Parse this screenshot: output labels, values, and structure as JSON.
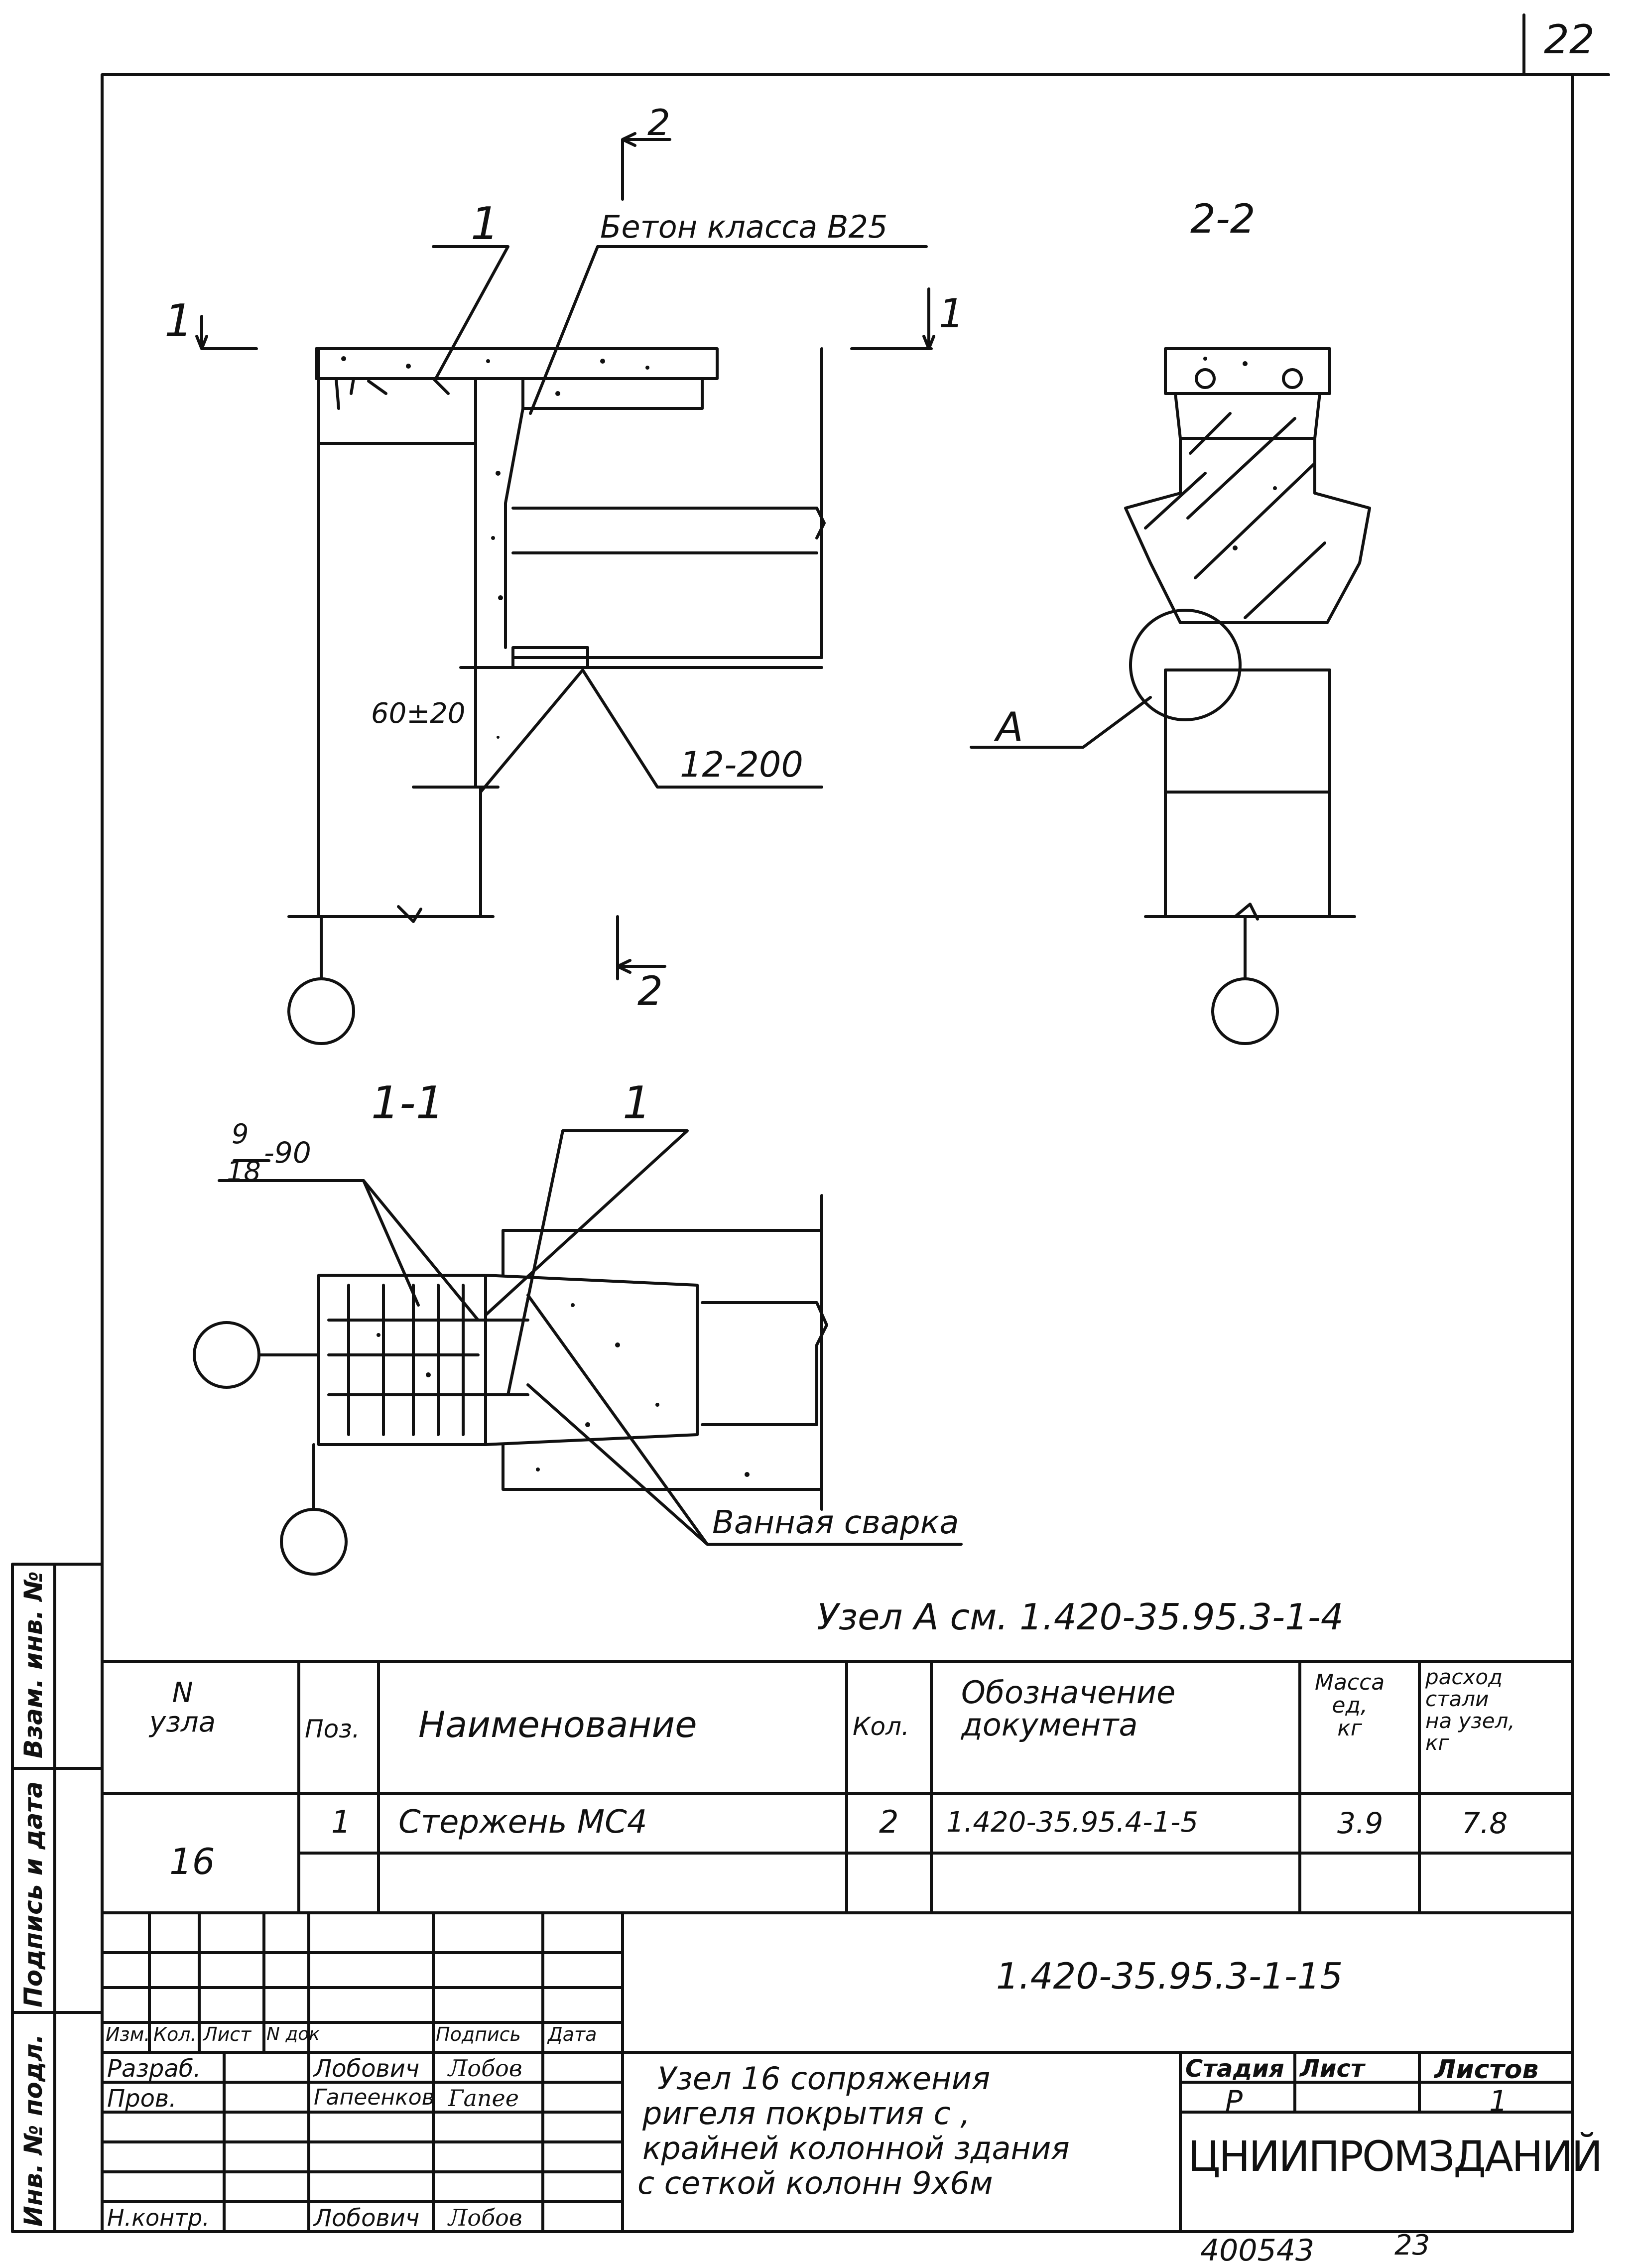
{
  "sheet": {
    "corner_number": "22",
    "bottom_code": "400543",
    "bottom_page": "23"
  },
  "drawing": {
    "leader_1_top": "1",
    "concrete_note": "Бетон класса В25",
    "section_2_top": "2",
    "section_2_bottom": "2",
    "section_1_left": "1",
    "section_1_right": "1",
    "dim_offset": "60±20",
    "rebar_note": "12-200",
    "view_2_2_title": "2-2",
    "node_A_label": "А",
    "view_1_1_title": "1-1",
    "leader_1_mid": "1",
    "stirrups_num": "9",
    "stirrups_den": "18",
    "stirrups_suffix": "-90",
    "weld_note": "Ванная сварка",
    "node_ref": "Узел А см. 1.420-35.95.3-1-4"
  },
  "spec_table": {
    "headers": {
      "node": "N\nузла",
      "pos": "Поз.",
      "name": "Наименование",
      "qty": "Кол.",
      "doc": "Обозначение\nдокумента",
      "mass": "Масса\nед,\nкг",
      "steel": "расход\nстали\nна узел,\nкг"
    },
    "row": {
      "node": "16",
      "pos": "1",
      "name": "Стержень МС4",
      "qty": "2",
      "doc": "1.420-35.95.4-1-5",
      "mass": "3.9",
      "steel": "7.8"
    }
  },
  "title_block": {
    "doc_code": "1.420-35.95.3-1-15",
    "col_headers": [
      "Изм.",
      "Кол.",
      "Лист",
      "N док",
      "Подпись",
      "Дата"
    ],
    "rows": [
      {
        "role": "Разраб.",
        "name": "Лобович",
        "sign": "Лобов"
      },
      {
        "role": "Пров.",
        "name": "Гапеенков",
        "sign": "Гапее"
      },
      {
        "role": "",
        "name": "",
        "sign": ""
      },
      {
        "role": "",
        "name": "",
        "sign": ""
      },
      {
        "role": "Н.контр.",
        "name": "Лобович",
        "sign": "Лобов"
      }
    ],
    "description": "Узел 16 сопряжения ригеля покрытия с крайней колонной здания с сеткой колонн 9х6м",
    "desc_lines": [
      "Узел 16 сопряжения",
      "ригеля покрытия с ,",
      "крайней колонной здания",
      "с сеткой колонн 9х6м"
    ],
    "stage_header": "Стадия",
    "sheet_header": "Лист",
    "sheets_header": "Листов",
    "stage": "Р",
    "sheet": "",
    "sheets": "1",
    "organization": "ЦНИИПРОМЗДАНИЙ"
  },
  "side_stamp": {
    "inv_podl": "Инв. № подл.",
    "sign_date": "Подпись и дата",
    "vzam_inv": "Взам. инв. №"
  }
}
